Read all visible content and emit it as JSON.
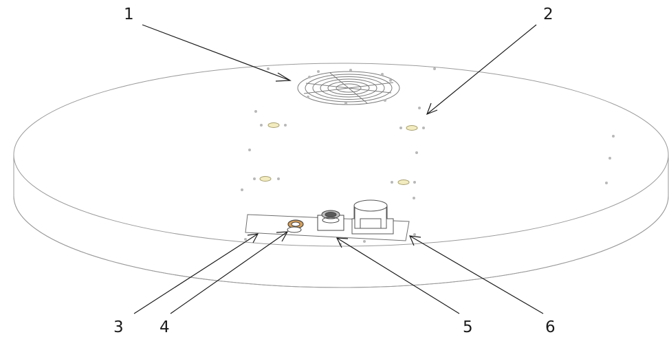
{
  "callouts": [
    {
      "id": "1",
      "label": "1"
    },
    {
      "id": "2",
      "label": "2"
    },
    {
      "id": "3",
      "label": "3"
    },
    {
      "id": "4",
      "label": "4"
    },
    {
      "id": "5",
      "label": "5"
    },
    {
      "id": "6",
      "label": "6"
    }
  ],
  "colors": {
    "outline": "#9a9a9a",
    "pad": "#f3ecc0",
    "copper": "#d9a05a",
    "leader": "#1a1a1a"
  },
  "icons": [
    "fan-grille-icon",
    "power-connector-icon",
    "switch-icon",
    "plug-icon"
  ]
}
